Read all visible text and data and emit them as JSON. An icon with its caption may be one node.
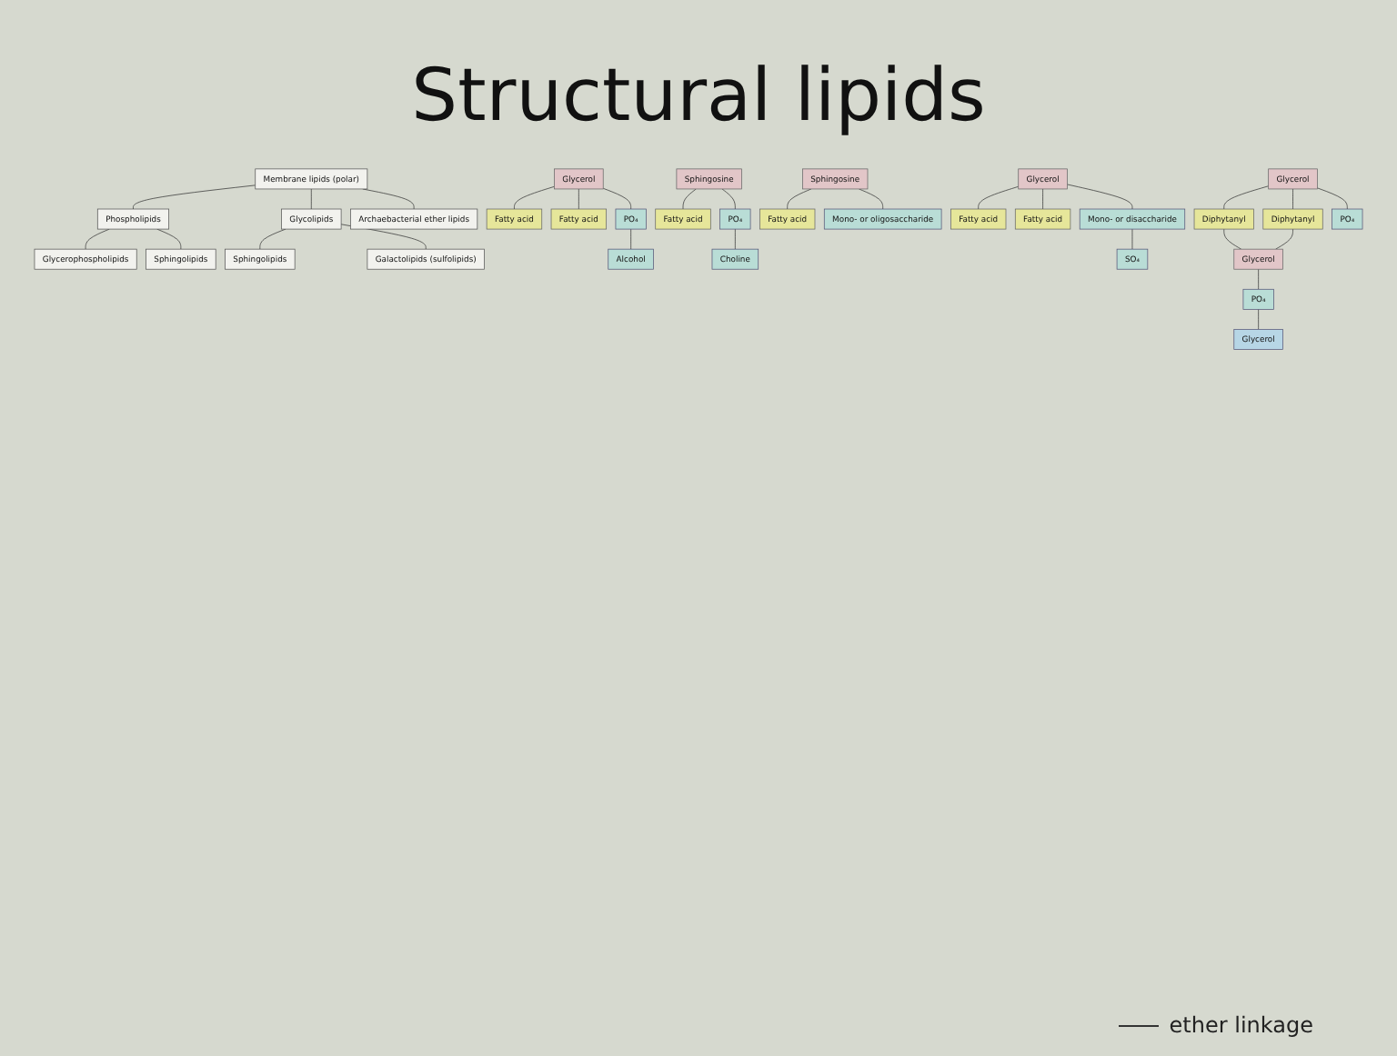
{
  "diagram": {
    "title": "Structural lipids",
    "nodes": [
      {
        "text": [
          "Membrane lipids (polar)"
        ]
      },
      {
        "text": [
          "Phospholipids"
        ]
      },
      {
        "text": [
          "Glycolipids"
        ]
      },
      {
        "text": [
          "Archaebacterial ether lipids"
        ]
      },
      {
        "text": [
          "Glycerophospholipids"
        ]
      },
      {
        "text": [
          "Sphingolipids"
        ]
      },
      {
        "text": [
          "Sphingolipids"
        ]
      },
      {
        "text": [
          "Galactolipids (sulfolipids)"
        ]
      },
      {
        "text": [
          "Glycerol"
        ]
      },
      {
        "text": [
          "Fatty acid"
        ]
      },
      {
        "text": [
          "Fatty acid"
        ]
      },
      {
        "text": [
          "PO₄"
        ]
      },
      {
        "text": [
          "Alcohol"
        ]
      },
      {
        "text": [
          "Sphingosine"
        ]
      },
      {
        "text": [
          "Fatty acid"
        ]
      },
      {
        "text": [
          "PO₄"
        ]
      },
      {
        "text": [
          "Choline"
        ]
      },
      {
        "text": [
          "Sphingosine"
        ]
      },
      {
        "text": [
          "Fatty acid"
        ]
      },
      {
        "text": [
          "Mono- or oligosaccharide"
        ]
      },
      {
        "text": [
          "Glycerol"
        ]
      },
      {
        "text": [
          "Fatty acid"
        ]
      },
      {
        "text": [
          "Fatty acid"
        ]
      },
      {
        "text": [
          "Mono- or disaccharide"
        ]
      },
      {
        "text": [
          "SO₄"
        ]
      },
      {
        "text": [
          "Glycerol"
        ]
      },
      {
        "text": [
          "Diphytanyl"
        ]
      },
      {
        "text": [
          "Diphytanyl"
        ]
      },
      {
        "text": [
          "PO₄"
        ]
      },
      {
        "text": [
          "Glycerol"
        ]
      },
      {
        "text": [
          "PO₄"
        ]
      },
      {
        "text": [
          "Glycerol"
        ]
      }
    ],
    "edges": [
      {
        "from": 0,
        "to": 1,
        "arrow": "none"
      },
      {
        "from": 0,
        "to": 2,
        "arrow": "none"
      },
      {
        "from": 0,
        "to": 3,
        "arrow": "none"
      },
      {
        "from": 1,
        "to": 4,
        "arrow": "none"
      },
      {
        "from": 1,
        "to": 5,
        "arrow": "none"
      },
      {
        "from": 2,
        "to": 6,
        "arrow": "none"
      },
      {
        "from": 2,
        "to": 7,
        "arrow": "none"
      },
      {
        "from": 8,
        "to": 9,
        "arrow": "none"
      },
      {
        "from": 8,
        "to": 10,
        "arrow": "none"
      },
      {
        "from": 8,
        "to": 11,
        "arrow": "none"
      },
      {
        "from": 11,
        "to": 12,
        "arrow": "none"
      },
      {
        "from": 13,
        "to": 14,
        "arrow": "none"
      },
      {
        "from": 13,
        "to": 15,
        "arrow": "none"
      },
      {
        "from": 15,
        "to": 16,
        "arrow": "none"
      },
      {
        "from": 17,
        "to": 18,
        "arrow": "none"
      },
      {
        "from": 17,
        "to": 19,
        "arrow": "none"
      },
      {
        "from": 20,
        "to": 21,
        "arrow": "none"
      },
      {
        "from": 20,
        "to": 22,
        "arrow": "none"
      },
      {
        "from": 20,
        "to": 23,
        "arrow": "none"
      },
      {
        "from": 23,
        "to": 24,
        "arrow": "none"
      },
      {
        "from": 25,
        "to": 26,
        "arrow": "none"
      },
      {
        "from": 25,
        "to": 27,
        "arrow": "none"
      },
      {
        "from": 25,
        "to": 28,
        "arrow": "none"
      },
      {
        "from": 26,
        "to": 29,
        "arrow": "none"
      },
      {
        "from": 27,
        "to": 29,
        "arrow": "none"
      },
      {
        "from": 29,
        "to": 30,
        "arrow": "none"
      },
      {
        "from": 30,
        "to": 31,
        "arrow": "none"
      }
    ],
    "legend": [
      {
        "text": "ether linkage"
      }
    ]
  }
}
